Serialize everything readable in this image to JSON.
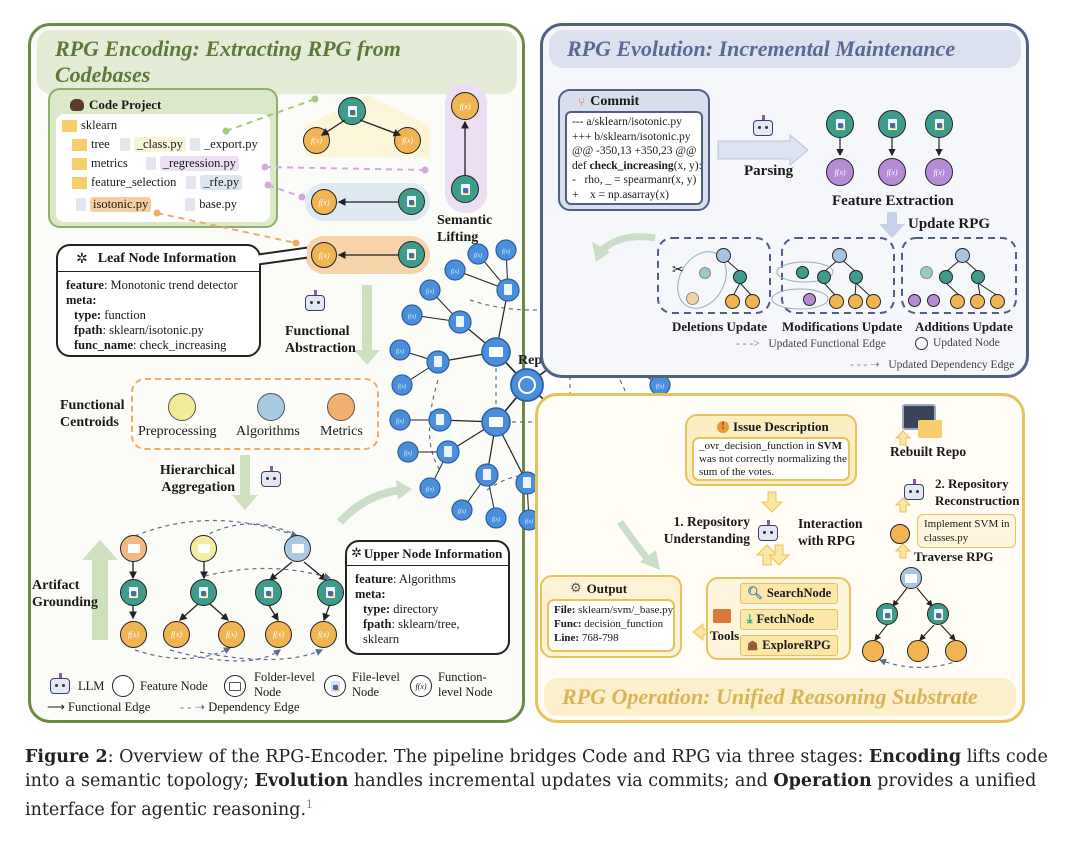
{
  "encoding": {
    "title": "RPG Encoding: Extracting RPG from Codebases",
    "code_project": {
      "title": "Code Project",
      "root": "sklearn",
      "rows": [
        {
          "folder": "tree",
          "files": [
            "_class.py",
            "_export.py"
          ]
        },
        {
          "folder": "metrics",
          "files": [
            "_regression.py"
          ]
        },
        {
          "folder": "feature_selection",
          "files": [
            "_rfe.py"
          ]
        },
        {
          "folder": "",
          "files": [
            "isotonic.py",
            "base.py"
          ]
        }
      ]
    },
    "semantic_lifting": "Semantic Lifting",
    "fx_label": "f(x)",
    "leaf_info": {
      "title": "Leaf Node Information",
      "feature_key": "feature",
      "feature_val": ": Monotonic trend detector",
      "meta_key": "meta:",
      "type_key": "type:",
      "type_val": " function",
      "fpath_key": "fpath",
      "fpath_val": ": sklearn/isotonic.py",
      "func_key": "func_name",
      "func_val": ": check_increasing"
    },
    "functional_abstraction": "Functional Abstraction",
    "functional_centroids": "Functional Centroids",
    "centroids": [
      {
        "label": "Preprocessing",
        "color": "#f2ec9a"
      },
      {
        "label": "Algorithms",
        "color": "#a9c8e2"
      },
      {
        "label": "Metrics",
        "color": "#f2b06e"
      }
    ],
    "hierarchical_aggregation": "Hierarchical Aggregation",
    "artifact_grounding": "Artifact Grounding",
    "upper_info": {
      "title": "Upper Node Information",
      "feature_key": "feature",
      "feature_val": ": Algorithms",
      "meta_key": "meta:",
      "type_key": "type:",
      "type_val": " directory",
      "fpath_key": "fpath",
      "fpath_val": ": sklearn/tree,",
      "fpath_val2": "sklearn"
    },
    "legend": {
      "llm": "LLM",
      "feature_node": "Feature Node",
      "folder_node": "Folder-level Node",
      "file_node": "File-level Node",
      "function_node": "Function-level Node",
      "functional_edge": "Functional Edge",
      "dependency_edge": "Dependency Edge"
    }
  },
  "repo_graph": {
    "center_label": "Repo"
  },
  "evolution": {
    "title": "RPG Evolution: Incremental Maintenance",
    "commit": {
      "title": "Commit",
      "lines": [
        "--- a/sklearn/isotonic.py",
        "+++ b/sklearn/isotonic.py",
        "@@ -350,13 +350,23 @@",
        "def ",
        "-   rho, _ = spearmanr(x, y)",
        "+    x = np.asarray(x)"
      ],
      "def_name": "check_increasing",
      "def_args": "(x, y):"
    },
    "parsing": "Parsing",
    "feature_extraction": "Feature Extraction",
    "update_rpg": "Update RPG",
    "updates": [
      "Deletions Update",
      "Modifications Update",
      "Additions Update"
    ],
    "legend": {
      "updated_functional_edge": "Updated Functional Edge",
      "updated_node": "Updated Node",
      "updated_dependency_edge": "Updated Dependency Edge"
    }
  },
  "operation": {
    "title": "RPG Operation: Unified Reasoning Substrate",
    "issue": {
      "title": "Issue Description",
      "text_pre": "_ovr_decision_function in ",
      "text_bold": "SVM",
      "text_post": "was not correctly normalizing the sum of the votes."
    },
    "repo_understanding": "1. Repository Understanding",
    "interaction": "Interaction with RPG",
    "tools_label": "Tools",
    "tools": [
      "SearchNode",
      "FetchNode",
      "ExploreRPG"
    ],
    "output": {
      "title": "Output",
      "file_key": "File:",
      "file_val": " sklearn/svm/_base.py",
      "func_key": "Func:",
      "func_val": " decision_function",
      "line_key": "Line:",
      "line_val": " 768-798"
    },
    "rebuilt_repo": "Rebuilt Repo",
    "repo_reconstruction": "2. Repository Reconstruction",
    "implement_note": "Implement SVM in classes.py",
    "traverse_rpg": "Traverse RPG"
  },
  "caption": {
    "fig": "Figure 2",
    "intro": ": Overview of the RPG-Encoder. The pipeline bridges Code and RPG via three stages: ",
    "enc": "Encoding",
    "enc_txt": " lifts code into a semantic topology; ",
    "evo": "Evolution",
    "evo_txt": " handles incremental updates via commits; and ",
    "op": "Operation",
    "op_txt": " provides a unified interface for agentic reasoning.",
    "footnote": "1"
  }
}
